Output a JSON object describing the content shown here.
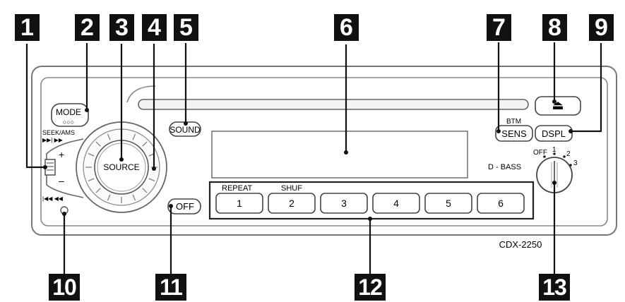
{
  "callouts": [
    "1",
    "2",
    "3",
    "4",
    "5",
    "6",
    "7",
    "8",
    "9",
    "10",
    "11",
    "12",
    "13"
  ],
  "buttons": {
    "mode": "MODE",
    "mode_dots": "○○○",
    "sound": "SOUND",
    "source": "SOURCE",
    "sens": "SENS",
    "dspl": "DSPL",
    "off": "OFF",
    "eject": "⏏"
  },
  "labels": {
    "seek_ams": "SEEK/AMS",
    "seek_forward": "▶▶| ▶▶",
    "seek_back": "|◀◀ ◀◀",
    "plus": "+",
    "minus": "–",
    "btm": "BTM",
    "repeat": "REPEAT",
    "shuf": "SHUF",
    "dbass": "D - BASS",
    "dbass_off": "OFF",
    "dbass_1": "1",
    "dbass_2": "2",
    "dbass_3": "3",
    "model": "CDX-2250"
  },
  "presets": [
    "1",
    "2",
    "3",
    "4",
    "5",
    "6"
  ]
}
